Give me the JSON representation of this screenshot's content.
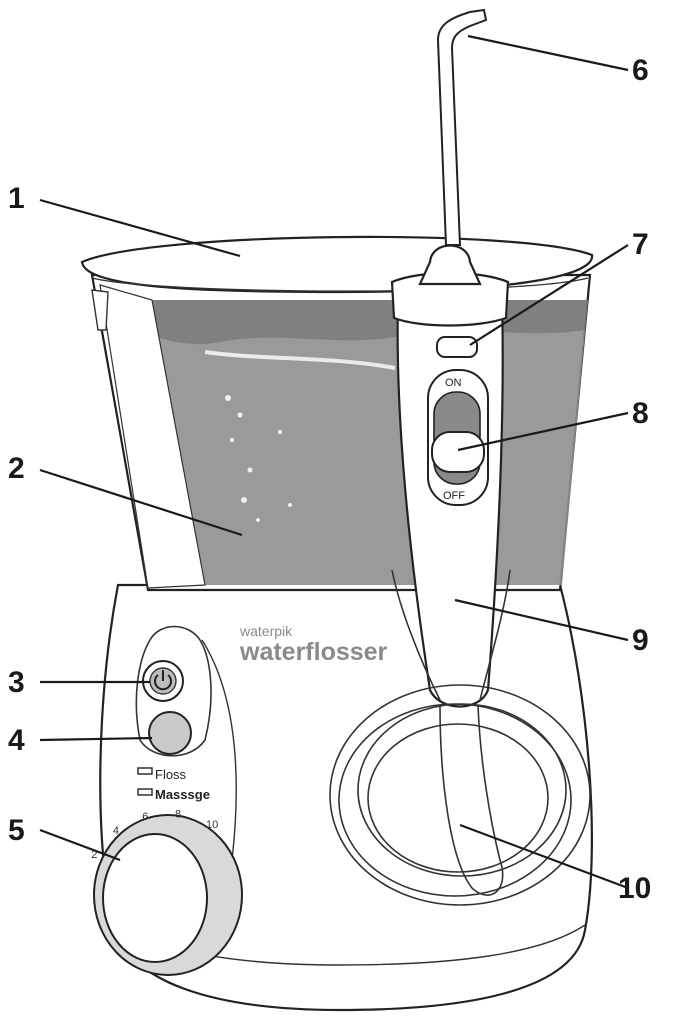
{
  "diagram": {
    "callouts": [
      {
        "id": "1",
        "label": "1"
      },
      {
        "id": "2",
        "label": "2"
      },
      {
        "id": "3",
        "label": "3"
      },
      {
        "id": "4",
        "label": "4"
      },
      {
        "id": "5",
        "label": "5"
      },
      {
        "id": "6",
        "label": "6"
      },
      {
        "id": "7",
        "label": "7"
      },
      {
        "id": "8",
        "label": "8"
      },
      {
        "id": "9",
        "label": "9"
      },
      {
        "id": "10",
        "label": "10"
      }
    ],
    "brand": {
      "line1": "waterpik",
      "line2": "waterflosser"
    },
    "switch": {
      "on": "ON",
      "off": "OFF"
    },
    "modes": {
      "floss": "Floss",
      "massage": "Masssge"
    },
    "dial_numbers": [
      "2",
      "4",
      "6",
      "8",
      "10"
    ],
    "colors": {
      "reservoir_water": "#8f8f8f",
      "outline": "#222222",
      "body": "#ffffff",
      "accent": "#d9d9d9"
    }
  }
}
